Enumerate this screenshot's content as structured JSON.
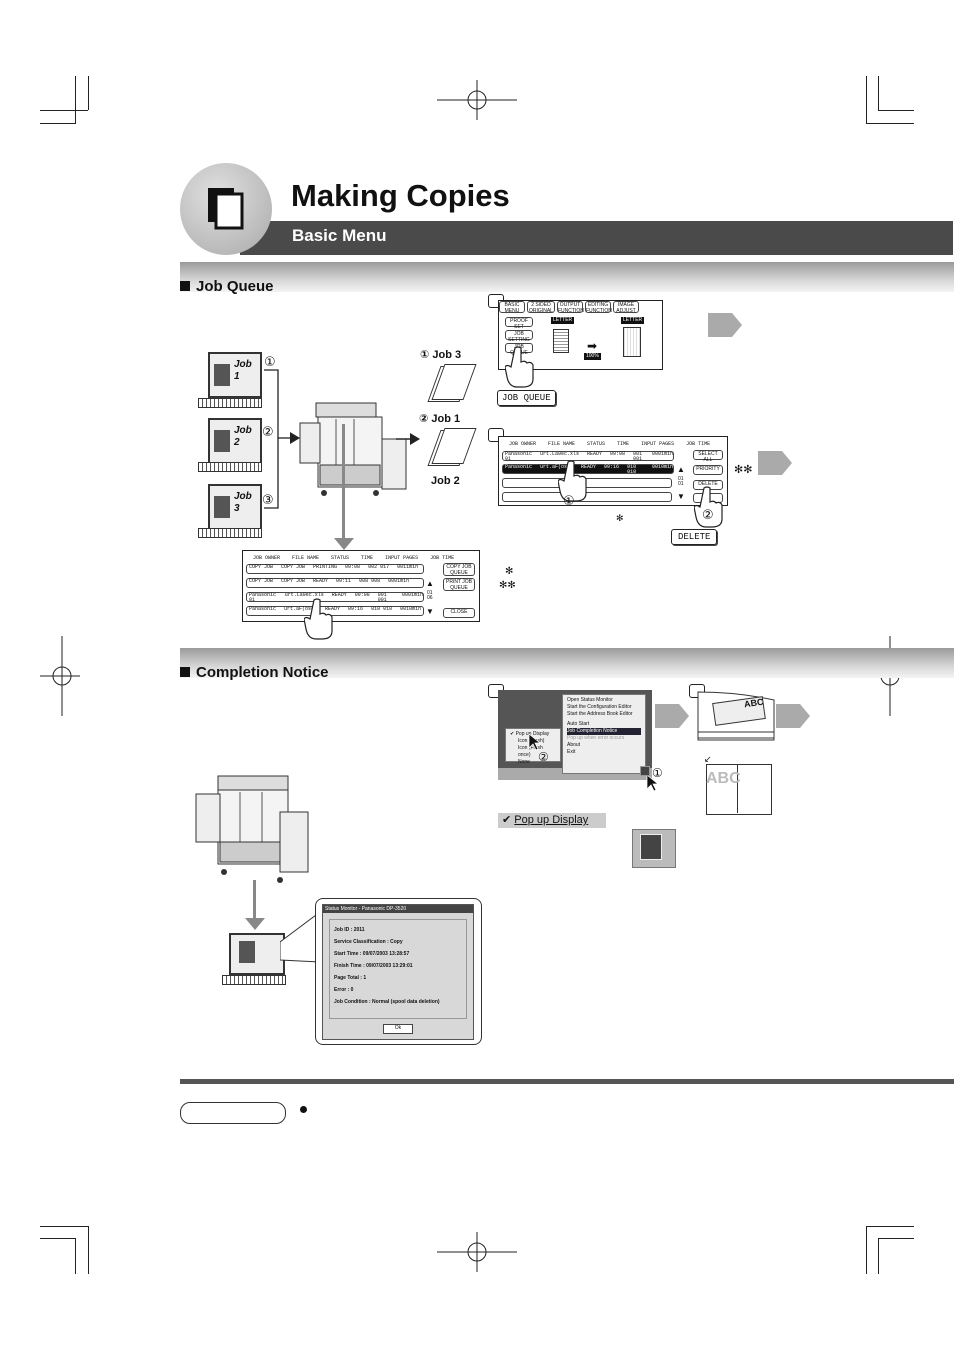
{
  "header": {
    "title": "Making Copies",
    "subtitle": "Basic Menu"
  },
  "sections": {
    "job_queue": "Job Queue",
    "completion_notice": "Completion Notice"
  },
  "job_queue_diagram": {
    "jobs": [
      "Job\n1",
      "Job\n2",
      "Job\n3"
    ],
    "job1_l1": "Job",
    "job1_l2": "1",
    "job2_l1": "Job",
    "job2_l2": "2",
    "job3_l1": "Job",
    "job3_l2": "3",
    "marker1": "①",
    "marker2": "②",
    "marker3": "③",
    "out_job3": "① Job 3",
    "out_job1": "② Job 1",
    "out_job2": "Job 2"
  },
  "queue_table_bottom": {
    "headers": [
      "JOB OWNER",
      "FILE NAME",
      "STATUS",
      "TIME",
      "INPUT PAGES",
      "JOB TIME"
    ],
    "rows": [
      [
        "COPY JOB",
        "COPY JOB",
        "PRINTING",
        "09:08",
        "002 017",
        "0011min"
      ],
      [
        "COPY JOB",
        "COPY JOB",
        "READY",
        "09:11",
        "008 008",
        "0001min"
      ],
      [
        "Panasonic 01",
        "urt.La9ec.xls",
        "READY",
        "09:08",
        "001 001",
        "0001min"
      ],
      [
        "Panasonic",
        "urt.aF(ose)",
        "READY",
        "09:16",
        "010 010",
        "0010min"
      ]
    ],
    "btn_copy_job_queue": "COPY JOB QUEUE",
    "btn_print_job_queue": "PRINT JOB QUEUE",
    "btn_close": "CLOSE",
    "page_indicator": "01 06"
  },
  "panel1": {
    "tabs": [
      "BASIC MENU",
      "2 SIDED ORIGINAL",
      "OUTPUT FUNCTION",
      "EDITING FUNCTION",
      "IMAGE ADJUST"
    ],
    "btn_proof_set": "PROOF SET",
    "btn_job_setting": "JOB SETTING",
    "btn_job_queue": "JOB QUEUE",
    "letter_left": "LETTER",
    "letter_right": "LETTER",
    "zoom": "100%",
    "callout_job_queue": "JOB QUEUE"
  },
  "panel2": {
    "headers": [
      "JOB OWNER",
      "FILE NAME",
      "STATUS",
      "TIME",
      "INPUT PAGES",
      "JOB TIME"
    ],
    "rows": [
      [
        "Panasonic 01",
        "urt.La9ec.xls",
        "READY",
        "09:08",
        "001 001",
        "0001min"
      ],
      [
        "Panasonic",
        "urt.aF(ose)",
        "READY",
        "09:16",
        "010 010",
        "0010min"
      ]
    ],
    "btn_select_all": "SELECT ALL",
    "btn_priority": "PRIORITY",
    "btn_delete": "DELETE",
    "page_indicator": "01 01",
    "star2": "✻✻",
    "star1": "✻",
    "callout_delete": "DELETE",
    "marker1": "①",
    "marker2": "②"
  },
  "footnotes": {
    "f1": "✻",
    "f2": "✻✻"
  },
  "completion": {
    "menu_items": [
      "Open Status Monitor",
      "Start the Configuration Editor",
      "Start the Address Book Editor",
      "Auto Start",
      "Job Completion Notice",
      "Pop up when error occurs",
      "About",
      "Exit"
    ],
    "submenu_items": [
      "Pop up Display",
      "Icon (Flash)",
      "Icon (Flash once)",
      "None"
    ],
    "marker1": "①",
    "marker2": "②",
    "popup_label": "Pop up Display",
    "abc_text": "ABC",
    "abc_mirror": "ABC"
  },
  "status_dialog": {
    "title": "Status Monitor - Panasonic DP-3520",
    "job_id": "Job ID :  2011",
    "service": "Service Classification : Copy",
    "start": "Start Time : 09/07/2003 13:28:57",
    "finish": "Finish Time : 09/07/2003 13:29:01",
    "page_total": "Page Total :  1",
    "error": "Error :  0",
    "condition": "Job Condition :  Normal (spool data deletion)",
    "ok": "Ok"
  }
}
